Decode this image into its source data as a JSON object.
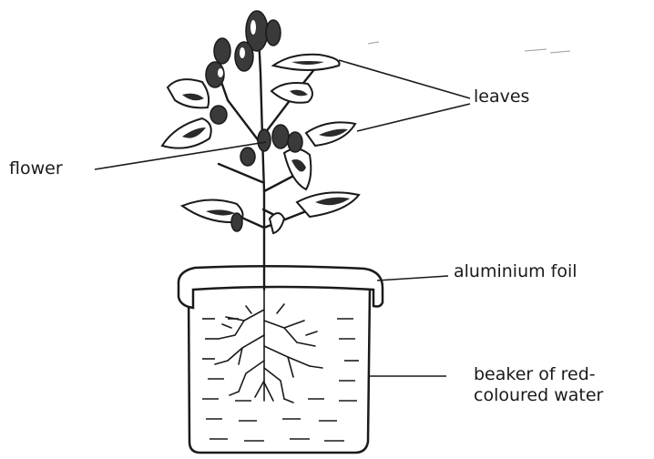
{
  "labels": {
    "leaves": "leaves",
    "flower": "flower",
    "foil": "aluminium foil",
    "beaker_line1": "beaker of red-",
    "beaker_line2": "coloured water"
  }
}
